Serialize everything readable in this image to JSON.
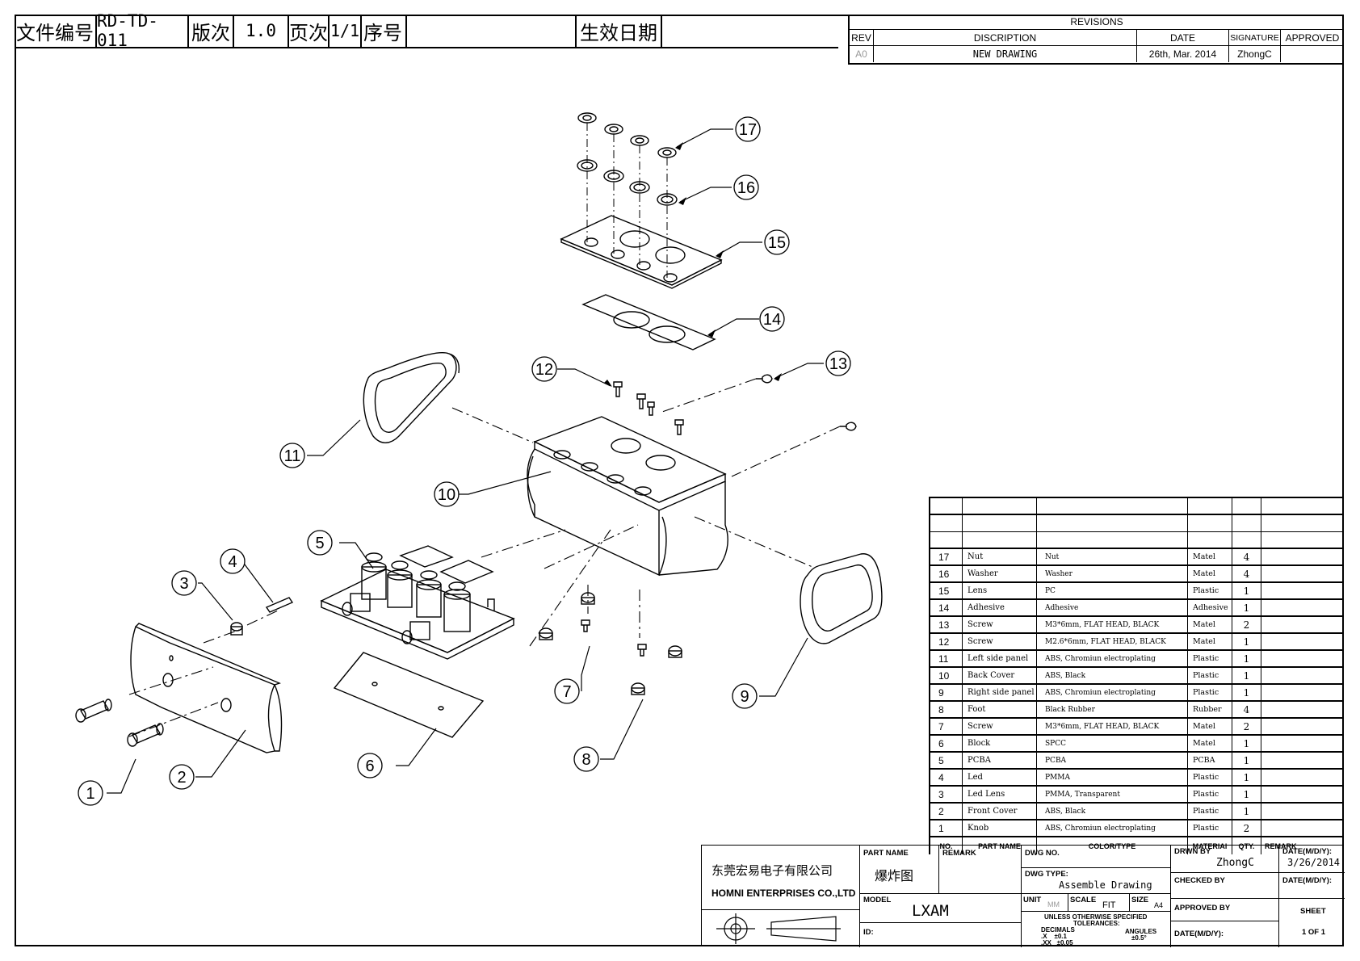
{
  "header": {
    "file_no_label": "文件编号",
    "file_no": "RD-TD-011",
    "version_label": "版次",
    "version": "1.0",
    "page_label": "页次",
    "page": "1/1",
    "seq_label": "序号",
    "effective_date_label": "生效日期"
  },
  "revisions": {
    "title": "REVISIONS",
    "columns": [
      "REV",
      "DISCRIPTION",
      "DATE",
      "SIGNATURE",
      "APPROVED"
    ],
    "rows": [
      {
        "rev": "A0",
        "description": "NEW DRAWING",
        "date": "26th, Mar. 2014",
        "signature": "ZhongC",
        "approved": ""
      }
    ]
  },
  "callouts": [
    "1",
    "2",
    "3",
    "4",
    "5",
    "6",
    "7",
    "8",
    "9",
    "10",
    "11",
    "12",
    "13",
    "14",
    "15",
    "16",
    "17"
  ],
  "bom": {
    "columns": [
      "NO.",
      "PART NAME",
      "COLOR/TYPE",
      "MATERIAl",
      "QTY.",
      "REMARK"
    ],
    "rows": [
      {
        "no": "17",
        "name": "Nut",
        "type": "Nut",
        "material": "Matel",
        "qty": "4"
      },
      {
        "no": "16",
        "name": "Washer",
        "type": "Washer",
        "material": "Matel",
        "qty": "4"
      },
      {
        "no": "15",
        "name": "Lens",
        "type": "PC",
        "material": "Plastic",
        "qty": "1"
      },
      {
        "no": "14",
        "name": "Adhesive",
        "type": "Adhesive",
        "material": "Adhesive",
        "qty": "1"
      },
      {
        "no": "13",
        "name": "Screw",
        "type": "M3*6mm, FLAT HEAD, BLACK",
        "material": "Matel",
        "qty": "2"
      },
      {
        "no": "12",
        "name": "Screw",
        "type": "M2.6*6mm, FLAT HEAD, BLACK",
        "material": "Matel",
        "qty": "1"
      },
      {
        "no": "11",
        "name": "Left side panel",
        "type": "ABS, Chromiun electroplating",
        "material": "Plastic",
        "qty": "1"
      },
      {
        "no": "10",
        "name": "Back Cover",
        "type": "ABS, Black",
        "material": "Plastic",
        "qty": "1"
      },
      {
        "no": "9",
        "name": "Right side panel",
        "type": "ABS, Chromiun electroplating",
        "material": "Plastic",
        "qty": "1"
      },
      {
        "no": "8",
        "name": "Foot",
        "type": "Black Rubber",
        "material": "Rubber",
        "qty": "4"
      },
      {
        "no": "7",
        "name": "Screw",
        "type": "M3*6mm, FLAT HEAD, BLACK",
        "material": "Matel",
        "qty": "2"
      },
      {
        "no": "6",
        "name": "Block",
        "type": "SPCC",
        "material": "Matel",
        "qty": "1"
      },
      {
        "no": "5",
        "name": "PCBA",
        "type": "PCBA",
        "material": "PCBA",
        "qty": "1"
      },
      {
        "no": "4",
        "name": "Led",
        "type": "PMMA",
        "material": "Plastic",
        "qty": "1"
      },
      {
        "no": "3",
        "name": "Led Lens",
        "type": "PMMA, Transparent",
        "material": "Plastic",
        "qty": "1"
      },
      {
        "no": "2",
        "name": "Front Cover",
        "type": "ABS, Black",
        "material": "Plastic",
        "qty": "1"
      },
      {
        "no": "1",
        "name": "Knob",
        "type": "ABS, Chromiun electroplating",
        "material": "Plastic",
        "qty": "2"
      }
    ]
  },
  "title_block": {
    "company_cn": "东莞宏易电子有限公司",
    "company_en": "HOMNI ENTERPRISES CO.,LTD",
    "part_name_label": "PART NAME",
    "part_name": "爆炸图",
    "remark_label": "REMARK",
    "model_label": "MODEL",
    "model": "LXAM",
    "id_label": "ID:",
    "dwg_no_label": "DWG NO.",
    "dwg_type_label": "DWG TYPE:",
    "dwg_type": "Assemble Drawing",
    "unit_label": "UNIT",
    "unit": "MM",
    "scale_label": "SCALE",
    "scale": "FIT",
    "size_label": "SIZE",
    "size": "A4",
    "tolerance_title": "UNLESS OTHERWISE SPECIFIED",
    "tolerance_sub": "TOLERANCES:",
    "decimals_label": "DECIMALS",
    "decimals_x": ".X    ±0.1",
    "decimals_xx": ".XX   ±0.05",
    "angules_label": "ANGULES",
    "angules_value": "±0.5°",
    "drawn_by_label": "DRWN BY",
    "drawn_by": "ZhongC",
    "checked_by_label": "CHECKED BY",
    "approved_by_label": "APPROVED BY",
    "date_label_short": "DATE(M/D/Y):",
    "date_label": "DATE(M/D/Y):",
    "drawn_date": "3/26/2014",
    "sheet_label": "SHEET",
    "sheet": "1 OF 1"
  }
}
